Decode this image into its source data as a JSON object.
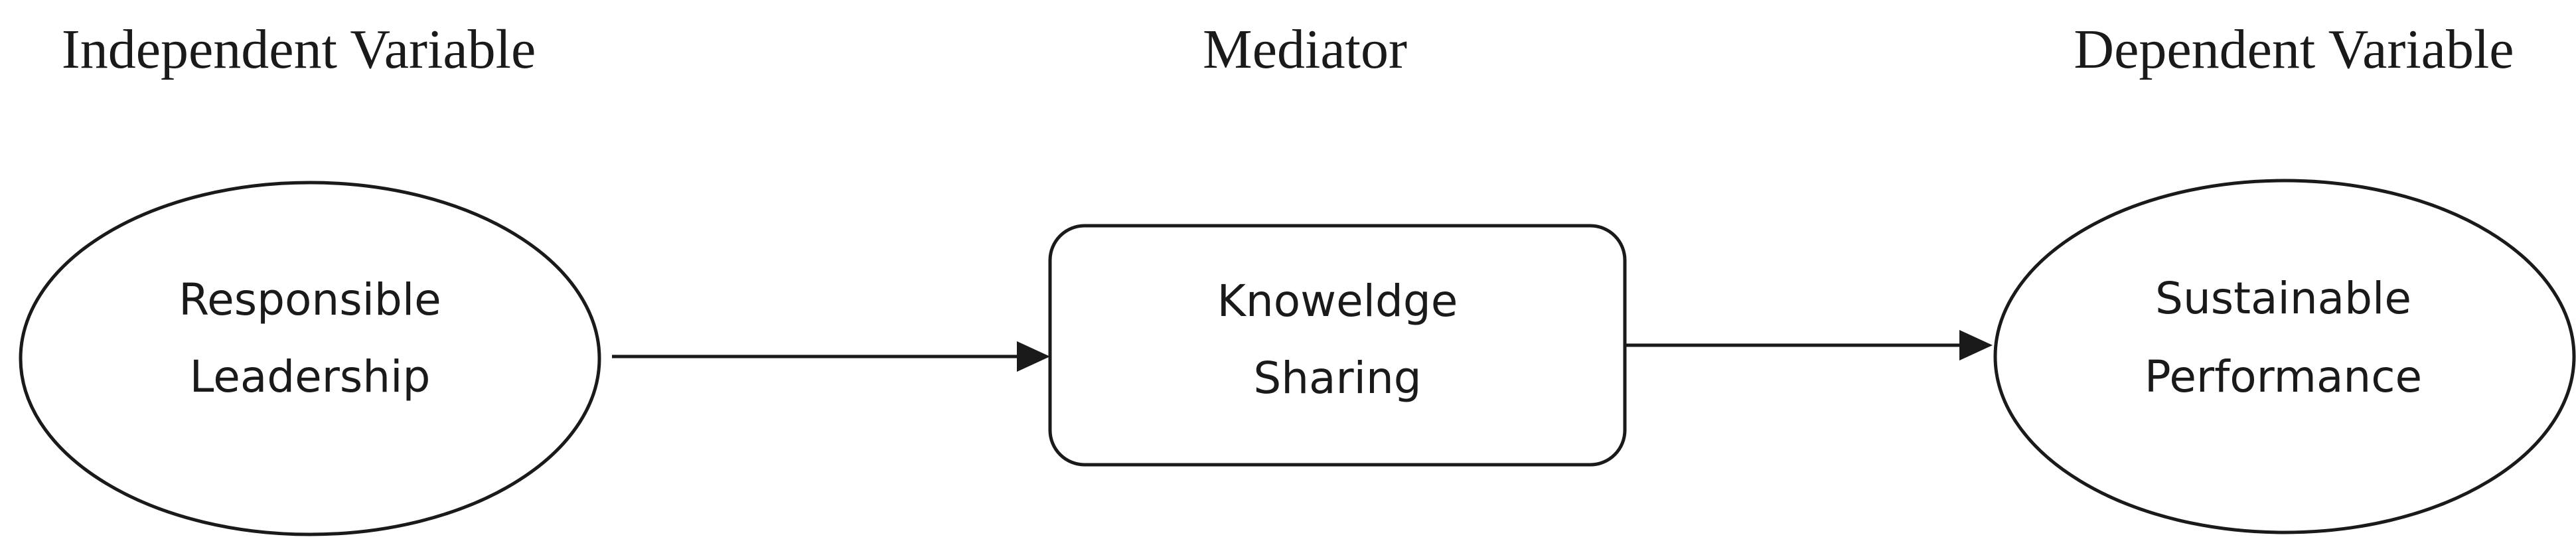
{
  "headings": {
    "independent": "Independent Variable",
    "mediator": "Mediator",
    "dependent": "Dependent Variable"
  },
  "nodes": {
    "responsible_leadership": {
      "shape": "ellipse",
      "lines": [
        "Responsible",
        "Leadership"
      ]
    },
    "knowledge_sharing": {
      "shape": "rounded-rectangle",
      "lines": [
        "Knoweldge",
        "Sharing"
      ]
    },
    "sustainable_performance": {
      "shape": "ellipse",
      "lines": [
        "Sustainable",
        "Performance"
      ]
    }
  },
  "edges": [
    {
      "from": "responsible_leadership",
      "to": "knowledge_sharing"
    },
    {
      "from": "knowledge_sharing",
      "to": "sustainable_performance"
    }
  ],
  "colors": {
    "stroke": "#1a1a1a",
    "background": "#ffffff"
  }
}
